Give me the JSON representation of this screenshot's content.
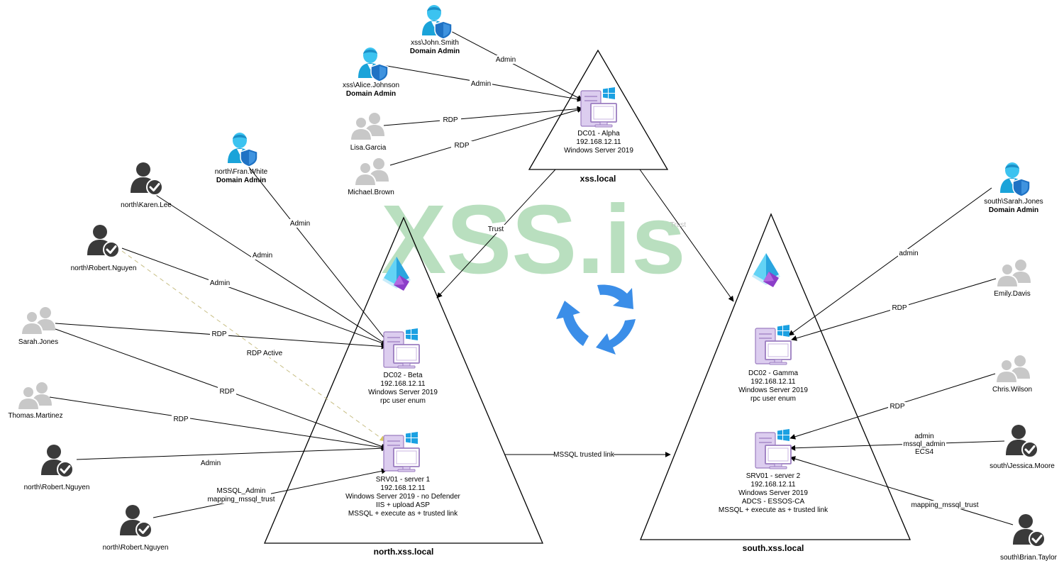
{
  "watermark": {
    "text": "XSS.is",
    "color": "#b9dfbf"
  },
  "colors": {
    "line": "#000000",
    "dashed": "#b8b27a",
    "user_dark": "#3a3a3a",
    "user_gray": "#c8c8c8",
    "admin_user": "#1aa3d9",
    "shield": "#1f72c4",
    "server": "#d9c8ea",
    "server_stroke": "#9b7dc0",
    "windows": "#1ba1e2",
    "cycle_arrows": "#3b8ee8"
  },
  "domains": {
    "xss": "xss.local",
    "north": "north.xss.local",
    "south": "south.xss.local"
  },
  "servers": {
    "dc01": {
      "lines": [
        "DC01 - Alpha",
        "192.168.12.11",
        "Windows Server 2019"
      ]
    },
    "north_dc02": {
      "lines": [
        "DC02 -  Beta",
        "192.168.12.11",
        "Windows Server 2019",
        "rpc user enum"
      ]
    },
    "north_srv01": {
      "lines": [
        "SRV01 - server 1",
        "192.168.12.11",
        "Windows Server 2019 - no Defender",
        "IIS + upload ASP",
        "MSSQL + execute as + trusted link"
      ]
    },
    "south_dc02": {
      "lines": [
        "DC02 -  Gamma",
        "192.168.12.11",
        "Windows Server 2019",
        "rpc user enum"
      ]
    },
    "south_srv01": {
      "lines": [
        "SRV01 - server 2",
        "192.168.12.11",
        "Windows Server 2019",
        "ADCS - ESSOS-CA",
        "MSSQL + execute as + trusted link"
      ]
    }
  },
  "users": {
    "john_smith": {
      "name": "xss\\John.Smith",
      "role": "Domain Admin"
    },
    "alice_johnson": {
      "name": "xss\\Alice.Johnson",
      "role": "Domain Admin"
    },
    "lisa_garcia": {
      "name": "Lisa.Garcia"
    },
    "michael_brown": {
      "name": "Michael.Brown"
    },
    "fran_white": {
      "name": "north\\Fran.White",
      "role": "Domain Admin"
    },
    "karen_lee": {
      "name": "north\\Karen.Lee"
    },
    "robert_nguyen_1": {
      "name": "north\\Robert.Nguyen"
    },
    "sarah_jones_n": {
      "name": "Sarah.Jones"
    },
    "thomas_martinez": {
      "name": "Thomas.Martinez"
    },
    "robert_nguyen_2": {
      "name": "north\\Robert.Nguyen"
    },
    "robert_nguyen_3": {
      "name": "north\\Robert.Nguyen"
    },
    "sarah_jones_s": {
      "name": "south\\Sarah.Jones",
      "role": "Domain Admin"
    },
    "emily_davis": {
      "name": "Emily.Davis"
    },
    "chris_wilson": {
      "name": "Chris.Wilson"
    },
    "jessica_moore": {
      "name": "south\\Jessica.Moore"
    },
    "brian_taylor": {
      "name": "south\\Brian.Taylor"
    }
  },
  "edges": {
    "john_admin": "Admin",
    "alice_admin": "Admin",
    "lisa_rdp": "RDP",
    "michael_rdp": "RDP",
    "trust_left": "Trust",
    "trust_right": "Trust",
    "fran_admin": "Admin",
    "karen_admin": "Admin",
    "robert1_admin": "Admin",
    "rdp_active": "RDP Active",
    "sarah_rdp1": "RDP",
    "sarah_rdp2": "RDP",
    "thomas_rdp": "RDP",
    "robert2_admin": "Admin",
    "robert3_l1": "MSSQL_Admin",
    "robert3_l2": "mapping_mssql_trust",
    "mssql_link": "MSSQL trusted link",
    "sarah_s_admin": "admin",
    "emily_rdp": "RDP",
    "chris_rdp": "RDP",
    "jessica_l1": "admin",
    "jessica_l2": "mssql_admin",
    "jessica_l3": "ECS4",
    "brian_map": "mapping_mssql_trust"
  }
}
